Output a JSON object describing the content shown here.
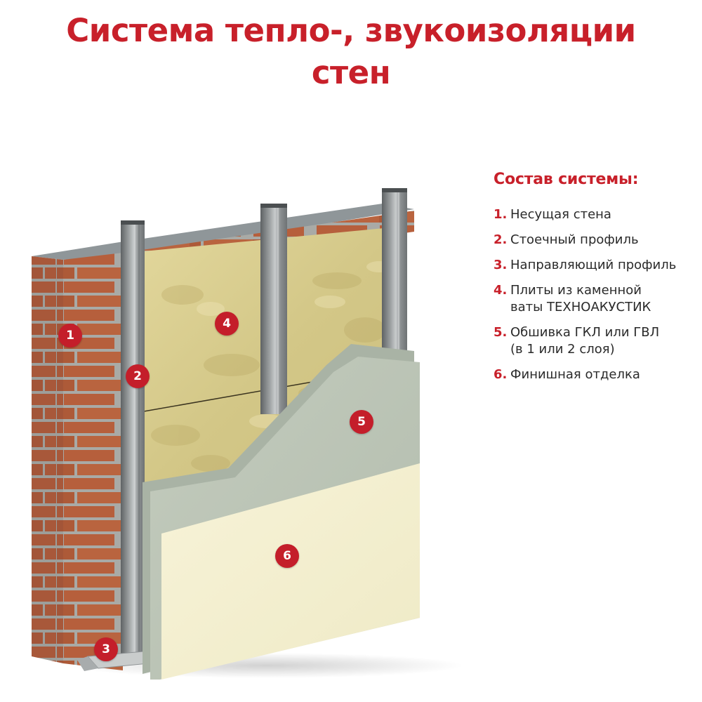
{
  "title": {
    "line1": "Система тепло-, звукоизоляции",
    "line2": "стен"
  },
  "legend": {
    "heading": "Состав системы:",
    "items": [
      {
        "num": "1.",
        "lines": [
          "Несущая стена"
        ]
      },
      {
        "num": "2.",
        "lines": [
          "Стоечный профиль"
        ]
      },
      {
        "num": "3.",
        "lines": [
          "Направляющий профиль"
        ]
      },
      {
        "num": "4.",
        "lines": [
          "Плиты из каменной",
          "ваты ТЕХНОАКУСТИК"
        ]
      },
      {
        "num": "5.",
        "lines": [
          "Обшивка ГКЛ или ГВЛ",
          "(в 1 или 2 слоя)"
        ]
      },
      {
        "num": "6.",
        "lines": [
          "Финишная отделка"
        ]
      }
    ]
  },
  "markers": [
    {
      "label": "1",
      "layer": "load-bearing-wall"
    },
    {
      "label": "2",
      "layer": "stud-profile"
    },
    {
      "label": "3",
      "layer": "guide-profile"
    },
    {
      "label": "4",
      "layer": "stone-wool-slabs"
    },
    {
      "label": "5",
      "layer": "gypsum-sheathing"
    },
    {
      "label": "6",
      "layer": "finish-coat"
    }
  ],
  "colors": {
    "accent": "#c8202a",
    "brick": "#b4603e",
    "mortar": "#a9aaa6",
    "wool": "#d9cd8e",
    "board": "#b9c2b5",
    "finish": "#f3efcf",
    "metal": "#8e9294"
  }
}
